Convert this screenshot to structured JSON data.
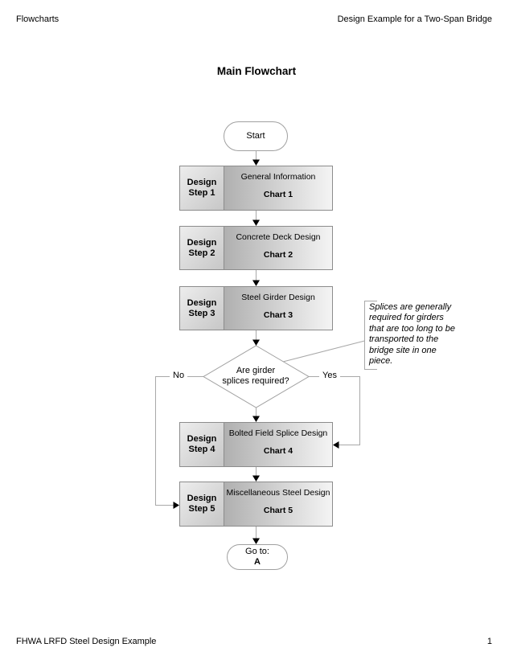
{
  "page": {
    "header_left": "Flowcharts",
    "header_right": "Design Example for a Two-Span Bridge",
    "title": "Main Flowchart",
    "footer_left": "FHWA LRFD Steel Design Example",
    "page_number": "1"
  },
  "flowchart": {
    "start": "Start",
    "steps": [
      {
        "label": "Design\nStep 1",
        "title": "General Information",
        "chart": "Chart 1"
      },
      {
        "label": "Design\nStep 2",
        "title": "Concrete Deck Design",
        "chart": "Chart 2"
      },
      {
        "label": "Design\nStep 3",
        "title": "Steel Girder Design",
        "chart": "Chart 3"
      },
      {
        "label": "Design\nStep 4",
        "title": "Bolted Field Splice Design",
        "chart": "Chart 4"
      },
      {
        "label": "Design\nStep 5",
        "title": "Miscellaneous Steel Design",
        "chart": "Chart 5"
      }
    ],
    "decision": {
      "question": "Are girder\nsplices required?",
      "no_label": "No",
      "yes_label": "Yes"
    },
    "note": "Splices are generally\nrequired for girders\nthat are too long to be\ntransported to the\nbridge site in one\npiece.",
    "goto": {
      "line1": "Go to:",
      "line2": "A"
    }
  },
  "colors": {
    "box_border": "#8c8c8c",
    "label_cell_gradient": [
      "#ededed",
      "#c7c7c7"
    ],
    "main_cell_gradient": [
      "#b0b0b0",
      "#f4f4f4"
    ],
    "shape_border": "#a0a0a0",
    "connector_line": "#a8a8a8",
    "arrowhead": "#000000",
    "text": "#000000"
  }
}
